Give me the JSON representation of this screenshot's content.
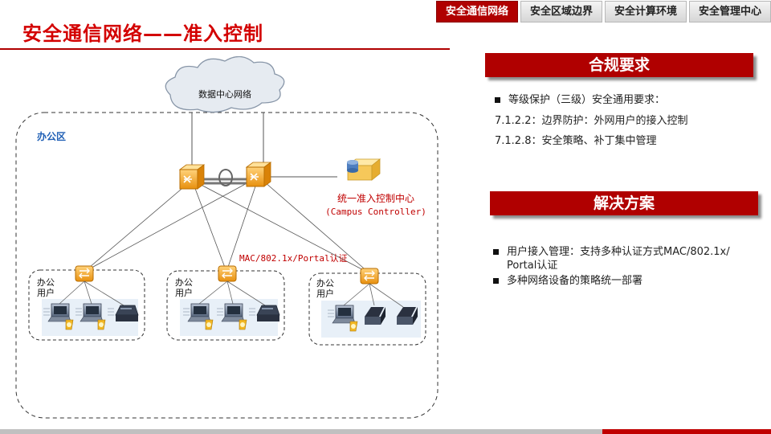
{
  "tabs": [
    "安全通信网络",
    "安全区域边界",
    "安全计算环境",
    "安全管理中心"
  ],
  "page_title": "安全通信网络——准入控制",
  "diagram": {
    "cloud_label": "数据中心网络",
    "office_zone_label": "办公区",
    "controller_label": "统一准入控制中心",
    "controller_sublabel": "(Campus Controller)",
    "auth_label": "MAC/802.1x/Portal认证",
    "group_label_line1": "办公",
    "group_label_line2": "用户"
  },
  "compliance": {
    "heading": "合规要求",
    "items": [
      "等级保护（三级）安全通用要求：",
      "7.1.2.2：边界防护：外网用户的接入控制",
      "7.1.2.8：安全策略、补丁集中管理"
    ]
  },
  "solution": {
    "heading": "解决方案",
    "items": [
      "用户接入管理：支持多种认证方式MAC/802.1x/",
      "Portal认证",
      "多种网络设备的策略统一部署"
    ]
  },
  "colors": {
    "brand_red": "#b00000",
    "title_red": "#d30000",
    "switch_orange": "#f0a020"
  }
}
